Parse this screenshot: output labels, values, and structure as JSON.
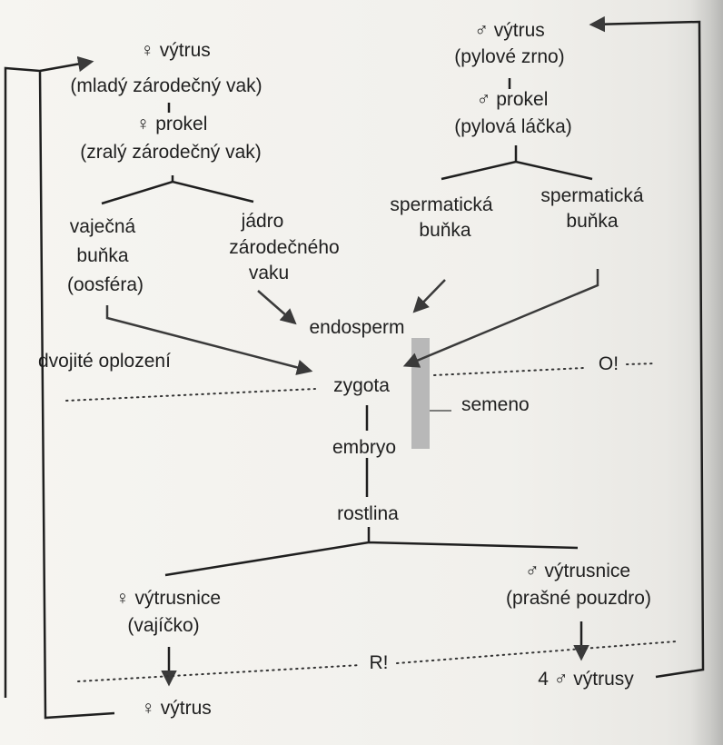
{
  "labels": {
    "female_spore": "♀ výtrus",
    "young_embryo_sac": "(mladý zárodečný vak)",
    "female_prothallus": "♀ prokel",
    "mature_embryo_sac": "(zralý zárodečný vak)",
    "egg_cell_1": "vaječná",
    "egg_cell_2": "buňka",
    "egg_cell_3": "(oosféra)",
    "embryo_sac_nucleus_1": "jádro",
    "embryo_sac_nucleus_2": "zárodečného",
    "embryo_sac_nucleus_3": "vaku",
    "male_spore": "♂ výtrus",
    "pollen_grain": "(pylové zrno)",
    "male_prothallus": "♂ prokel",
    "pollen_tube": "(pylová láčka)",
    "sperm_cell_a_1": "spermatická",
    "sperm_cell_a_2": "buňka",
    "sperm_cell_b_1": "spermatická",
    "sperm_cell_b_2": "buňka",
    "endosperm": "endosperm",
    "double_fertilization": "dvojité oplození",
    "zygote": "zygota",
    "fertilization_mark": "O!",
    "seed": "semeno",
    "embryo": "embryo",
    "plant": "rostlina",
    "female_sporangium": "♀ výtrusnice",
    "ovule": "(vajíčko)",
    "male_sporangium": "♂ výtrusnice",
    "anther": "(prašné pouzdro)",
    "meiosis_mark": "R!",
    "female_spore_bottom": "♀ výtrus",
    "male_spores_bottom": "4 ♂ výtrusy"
  },
  "colors": {
    "ink": "#1f1f1f",
    "arrow": "#3a3a3a",
    "seed_bar": "#b8b8b8"
  }
}
